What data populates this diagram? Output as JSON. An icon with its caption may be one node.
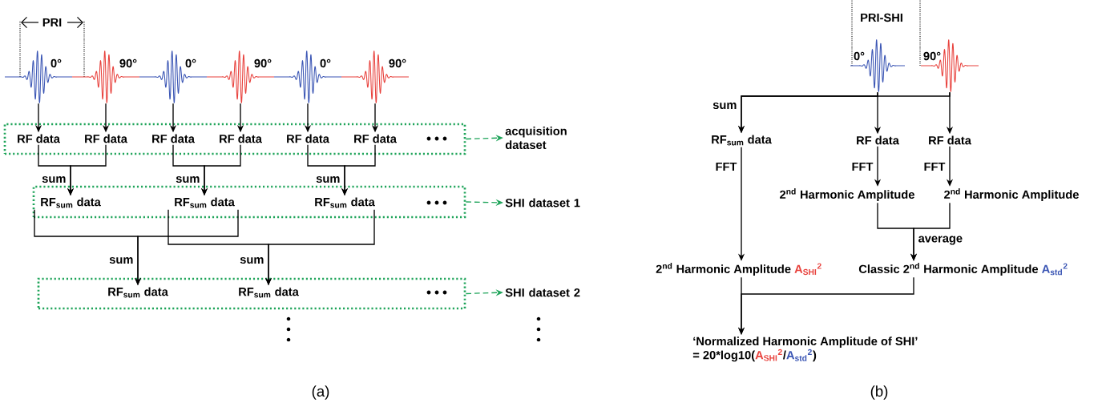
{
  "diagram": {
    "nodes": [
      {
        "text": [
          "0°"
        ]
      },
      {
        "text": [
          "90°"
        ]
      },
      {
        "text": [
          "0°"
        ]
      },
      {
        "text": [
          "90°"
        ]
      },
      {
        "text": [
          "0°"
        ]
      },
      {
        "text": [
          "90°"
        ]
      },
      {
        "text": [],
        "shape": "box"
      },
      {
        "text": [
          "RF data"
        ],
        "in": 6
      },
      {
        "text": [
          "RF data"
        ],
        "in": 6
      },
      {
        "text": [
          "RF data"
        ],
        "in": 6
      },
      {
        "text": [
          "RF data"
        ],
        "in": 6
      },
      {
        "text": [
          "RF data"
        ],
        "in": 6
      },
      {
        "text": [
          "RF data"
        ],
        "in": 6
      },
      {
        "text": [
          "acquisition dataset"
        ]
      },
      {
        "text": [],
        "shape": "box"
      },
      {
        "text": [
          "RF$_{sum}$ data"
        ],
        "in": 14
      },
      {
        "text": [
          "RF$_{sum}$ data"
        ],
        "in": 14
      },
      {
        "text": [
          "RF$_{sum}$ data"
        ],
        "in": 14
      },
      {
        "text": [
          "SHI dataset 1"
        ]
      },
      {
        "text": [],
        "shape": "box"
      },
      {
        "text": [
          "RF$_{sum}$ data"
        ],
        "in": 19
      },
      {
        "text": [
          "RF$_{sum}$ data"
        ],
        "in": 19
      },
      {
        "text": [
          "SHI dataset 2"
        ]
      },
      {
        "text": [
          "0°"
        ]
      },
      {
        "text": [
          "90°"
        ]
      },
      {
        "text": [
          "RF$_{sum}$ data"
        ]
      },
      {
        "text": [
          "RF data"
        ]
      },
      {
        "text": [
          "RF data"
        ]
      },
      {
        "text": [
          "2$^{nd}$ Harmonic Amplitude"
        ]
      },
      {
        "text": [
          "2$^{nd}$ Harmonic Amplitude"
        ]
      },
      {
        "text": [
          "2$^{nd}$ Harmonic Amplitude",
          "A$_{SHI}$$^{2}$"
        ]
      },
      {
        "text": [
          "Classic 2$^{nd}$ Harmonic Amplitude",
          "A$_{std}$$^{2}$"
        ]
      },
      {
        "text": [
          "‘Normalized Harmonic Amplitude of SHI’",
          "= 20*log10(",
          "A$_{SHI}$$^{2}$",
          "/",
          "A$_{std}$$^{2}$",
          ")"
        ]
      }
    ],
    "edges": [
      {
        "from": 0,
        "to": 7,
        "arrow": "to"
      },
      {
        "from": 1,
        "to": 8,
        "arrow": "to"
      },
      {
        "from": 2,
        "to": 9,
        "arrow": "to"
      },
      {
        "from": 3,
        "to": 10,
        "arrow": "to"
      },
      {
        "from": 4,
        "to": 11,
        "arrow": "to"
      },
      {
        "from": 5,
        "to": 12,
        "arrow": "to"
      },
      {
        "from": 7,
        "to": 15,
        "arrow": "to",
        "label": "sum"
      },
      {
        "from": 8,
        "to": 15,
        "arrow": "to"
      },
      {
        "from": 9,
        "to": 16,
        "arrow": "to",
        "label": "sum"
      },
      {
        "from": 10,
        "to": 16,
        "arrow": "to"
      },
      {
        "from": 11,
        "to": 17,
        "arrow": "to",
        "label": "sum"
      },
      {
        "from": 12,
        "to": 17,
        "arrow": "to"
      },
      {
        "from": 15,
        "to": 20,
        "arrow": "to",
        "label": "sum"
      },
      {
        "from": 16,
        "to": 20,
        "arrow": "to"
      },
      {
        "from": 16,
        "to": 21,
        "arrow": "to",
        "label": "sum"
      },
      {
        "from": 17,
        "to": 21,
        "arrow": "to"
      },
      {
        "from": 6,
        "to": 13,
        "arrow": "to",
        "style": "dashed",
        "color": "#1fa45a"
      },
      {
        "from": 14,
        "to": 18,
        "arrow": "to",
        "style": "dashed",
        "color": "#1fa45a"
      },
      {
        "from": 19,
        "to": 22,
        "arrow": "to",
        "style": "dashed",
        "color": "#1fa45a"
      },
      {
        "from": 23,
        "to": 25,
        "arrow": "to",
        "label": "sum"
      },
      {
        "from": 24,
        "to": 25,
        "arrow": "to"
      },
      {
        "from": 23,
        "to": 26,
        "arrow": "to"
      },
      {
        "from": 24,
        "to": 27,
        "arrow": "to"
      },
      {
        "from": 25,
        "to": 30,
        "arrow": "to",
        "label": "FFT"
      },
      {
        "from": 26,
        "to": 28,
        "arrow": "to",
        "label": "FFT"
      },
      {
        "from": 27,
        "to": 29,
        "arrow": "to",
        "label": "FFT"
      },
      {
        "from": 28,
        "to": 31,
        "arrow": "to",
        "label": "average"
      },
      {
        "from": 29,
        "to": 31,
        "arrow": "to"
      },
      {
        "from": 30,
        "to": 32,
        "arrow": "to"
      },
      {
        "from": 31,
        "to": 32,
        "arrow": "to"
      }
    ],
    "labels": [
      "PRI",
      "PRI-SHI",
      "(a)",
      "(b)"
    ]
  }
}
